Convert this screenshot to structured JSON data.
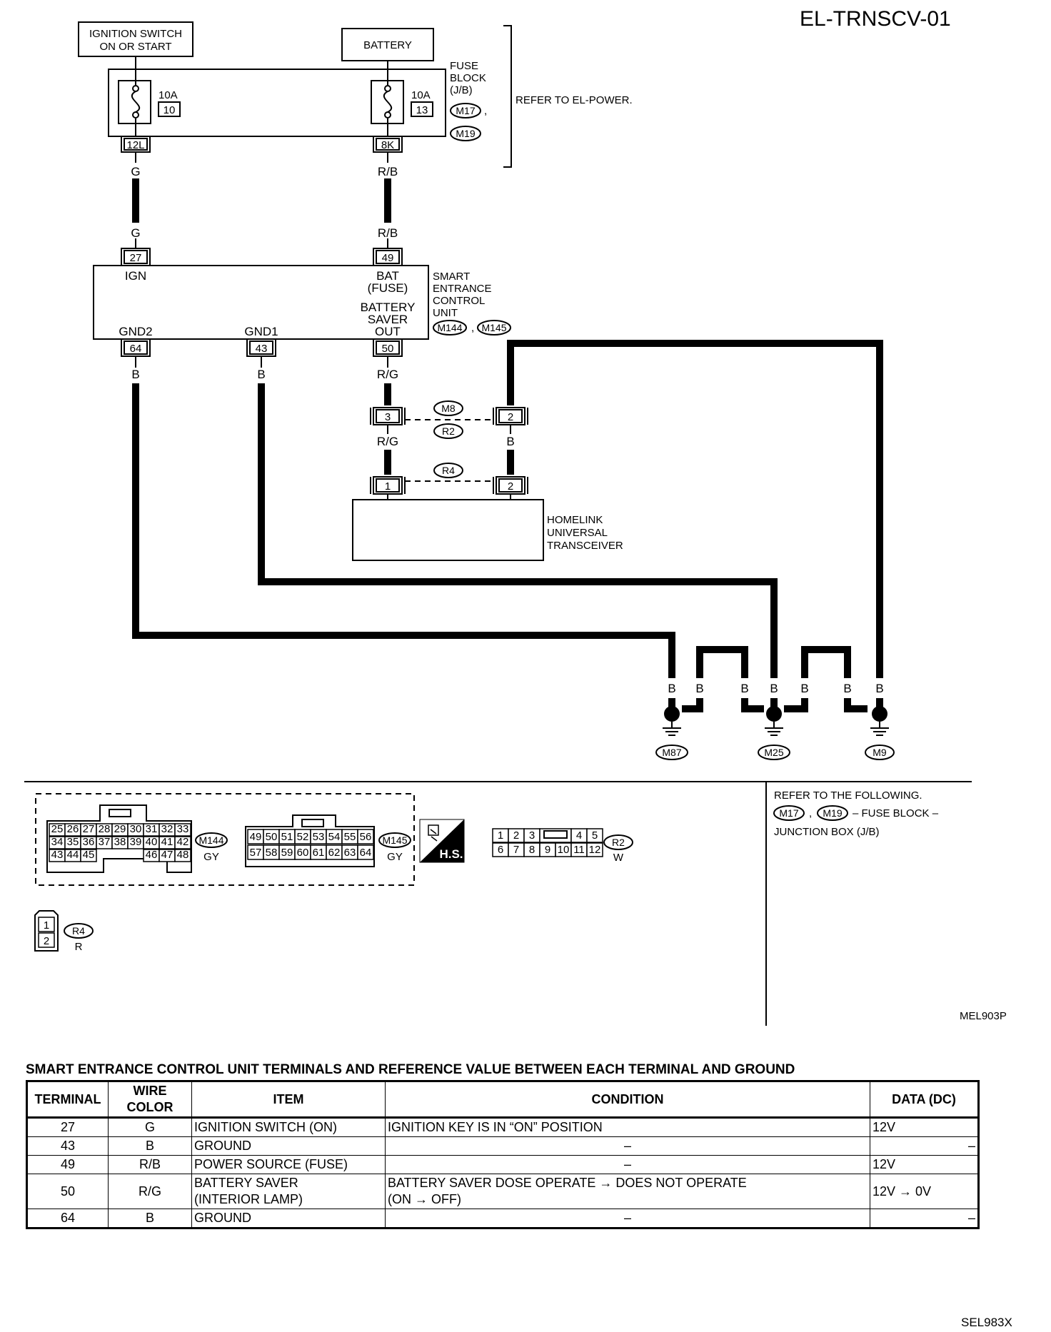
{
  "diagram_id": "EL-TRNSCV-01",
  "figure_code_top": "MEL903P",
  "figure_code_bottom": "SEL983X",
  "power_sources": {
    "ignition_line1": "IGNITION SWITCH",
    "ignition_line2": "ON OR START",
    "battery": "BATTERY"
  },
  "fuse_block": {
    "label1": "FUSE",
    "label2": "BLOCK",
    "label3": "(J/B)",
    "conn_a": "M17",
    "conn_b": "M19",
    "comma": ",",
    "refer": "REFER TO EL-POWER.",
    "fuse_left_amp": "10A",
    "fuse_left_num": "10",
    "fuse_right_amp": "10A",
    "fuse_right_num": "13",
    "term_left": "12L",
    "term_right": "8K"
  },
  "wires": {
    "g_top": "G",
    "g_bottom": "G",
    "rb_top": "R/B",
    "rb_bottom": "R/B",
    "b_gnd2": "B",
    "b_gnd1": "B",
    "rg_top": "R/G",
    "rg_bottom": "R/G",
    "b_right_top": "B",
    "b_right_bottom": "B",
    "ground_b": [
      "B",
      "B",
      "B",
      "B",
      "B",
      "B",
      "B"
    ]
  },
  "control_unit": {
    "name1": "SMART",
    "name2": "ENTRANCE",
    "name3": "CONTROL",
    "name4": "UNIT",
    "conn_a": "M144",
    "conn_b": "M145",
    "comma": ",",
    "pin_ign": "27",
    "pin_bat": "49",
    "pin_gnd2": "64",
    "pin_gnd1": "43",
    "pin_saver": "50",
    "lbl_ign": "IGN",
    "lbl_bat1": "BAT",
    "lbl_bat2": "(FUSE)",
    "lbl_saver1": "BATTERY",
    "lbl_saver2": "SAVER",
    "lbl_saver3": "OUT",
    "lbl_gnd2": "GND2",
    "lbl_gnd1": "GND1"
  },
  "connectors": {
    "m8": "M8",
    "r2": "R2",
    "r4": "R4",
    "m8_pin_a": "3",
    "m8_pin_b": "2",
    "r4_pin_a": "1",
    "r4_pin_b": "2"
  },
  "transceiver": {
    "line1": "HOMELINK",
    "line2": "UNIVERSAL",
    "line3": "TRANSCEIVER"
  },
  "grounds": [
    "M87",
    "M25",
    "M9"
  ],
  "connector_views": {
    "m144": {
      "code": "M144",
      "color": "GY",
      "row1": [
        "25",
        "26",
        "27",
        "28",
        "29",
        "30",
        "31",
        "32",
        "33"
      ],
      "row2": [
        "34",
        "35",
        "36",
        "37",
        "38",
        "39",
        "40",
        "41",
        "42"
      ],
      "row3_left": [
        "43",
        "44",
        "45"
      ],
      "row3_right": [
        "46",
        "47",
        "48"
      ]
    },
    "m145": {
      "code": "M145",
      "color": "GY",
      "row1": [
        "49",
        "50",
        "51",
        "52",
        "53",
        "54",
        "55",
        "56"
      ],
      "row2": [
        "57",
        "58",
        "59",
        "60",
        "61",
        "62",
        "63",
        "64"
      ]
    },
    "hs_badge": "H.S.",
    "r2": {
      "code": "R2",
      "color": "W",
      "row1": [
        "1",
        "2",
        "3",
        "4",
        "5"
      ],
      "row2": [
        "6",
        "7",
        "8",
        "9",
        "10",
        "11",
        "12"
      ]
    },
    "r4": {
      "code": "R4",
      "color": "R",
      "pins": [
        "1",
        "2"
      ]
    }
  },
  "side_note": {
    "line1": "REFER TO THE FOLLOWING.",
    "conn_a": "M17",
    "conn_b": "M19",
    "comma": ",",
    "line2_rest": "– FUSE BLOCK –",
    "line3": "JUNCTION BOX (J/B)"
  },
  "table": {
    "title": "SMART ENTRANCE CONTROL UNIT TERMINALS AND REFERENCE VALUE BETWEEN EACH TERMINAL AND GROUND",
    "headers": {
      "terminal": "TERMINAL",
      "wire_color": "WIRE COLOR",
      "item": "ITEM",
      "condition": "CONDITION",
      "data": "DATA (DC)"
    },
    "rows": [
      {
        "terminal": "27",
        "wire_color": "G",
        "item1": "IGNITION SWITCH (ON)",
        "item2": "",
        "cond1": "IGNITION KEY IS IN “ON” POSITION",
        "cond2": "",
        "data": "12V"
      },
      {
        "terminal": "43",
        "wire_color": "B",
        "item1": "GROUND",
        "item2": "",
        "cond1": "–",
        "cond2": "",
        "data": "–"
      },
      {
        "terminal": "49",
        "wire_color": "R/B",
        "item1": "POWER SOURCE (FUSE)",
        "item2": "",
        "cond1": "–",
        "cond2": "",
        "data": "12V"
      },
      {
        "terminal": "50",
        "wire_color": "R/G",
        "item1": "BATTERY SAVER",
        "item2": "(INTERIOR LAMP)",
        "cond1": "BATTERY SAVER DOSE OPERATE → DOES NOT OPERATE",
        "cond2": "(ON → OFF)",
        "data": "12V → 0V"
      },
      {
        "terminal": "64",
        "wire_color": "B",
        "item1": "GROUND",
        "item2": "",
        "cond1": "–",
        "cond2": "",
        "data": "–"
      }
    ]
  }
}
